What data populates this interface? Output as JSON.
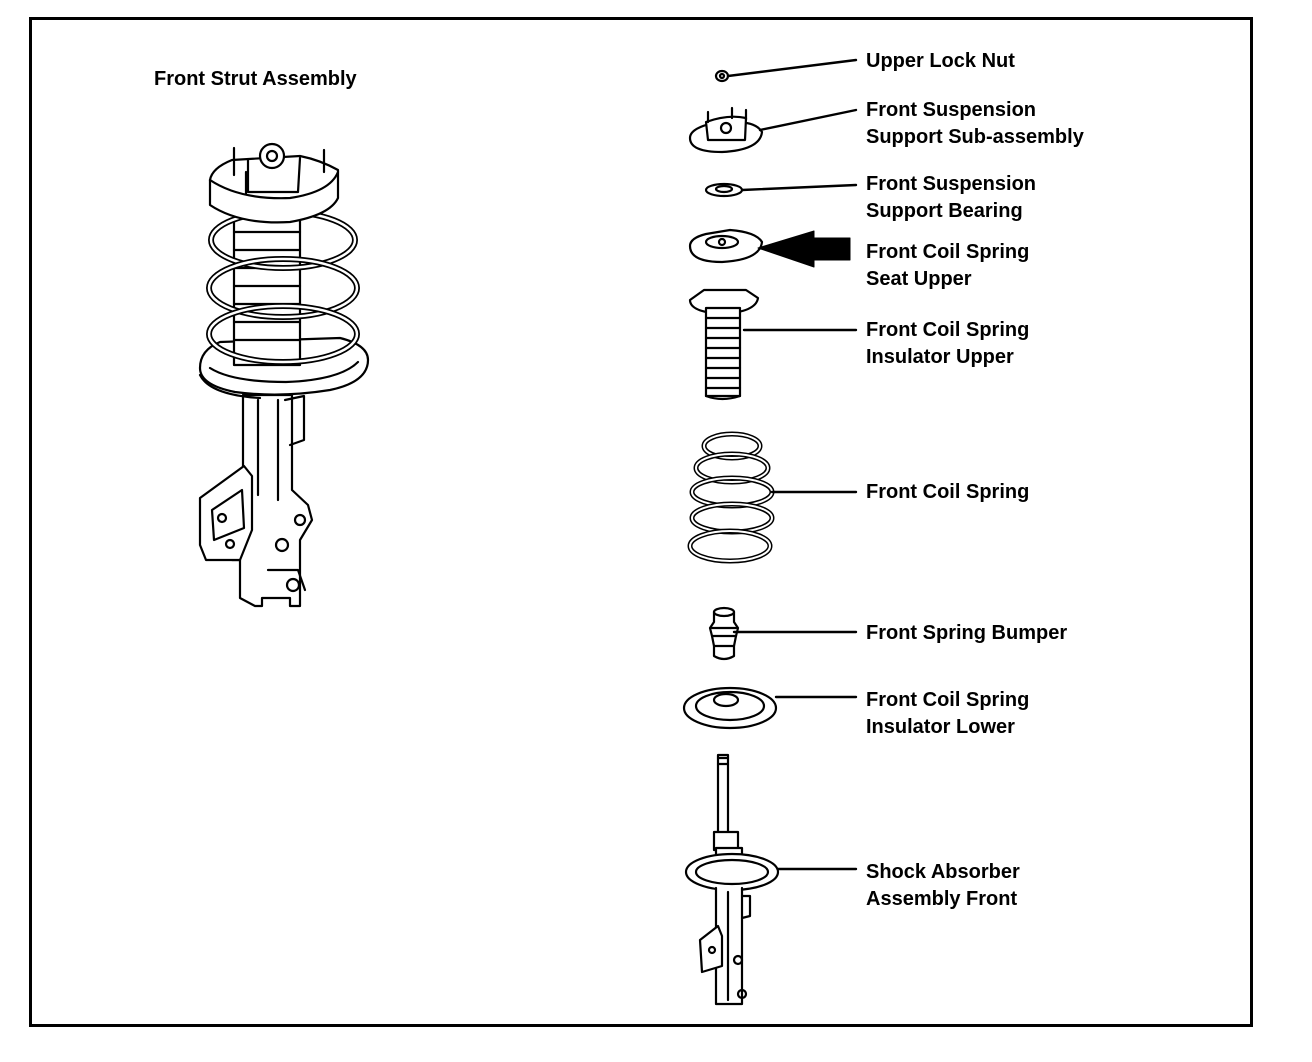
{
  "title": "Front Strut Assembly",
  "parts": [
    {
      "id": "upper-lock-nut",
      "lines": [
        "Upper Lock Nut"
      ]
    },
    {
      "id": "front-suspension-support-sub-assembly",
      "lines": [
        "Front Suspension",
        "Support Sub-assembly"
      ]
    },
    {
      "id": "front-suspension-support-bearing",
      "lines": [
        "Front Suspension",
        "Support Bearing"
      ]
    },
    {
      "id": "front-coil-spring-seat-upper",
      "lines": [
        "Front Coil Spring",
        "Seat Upper"
      ],
      "highlighted": true
    },
    {
      "id": "front-coil-spring-insulator-upper",
      "lines": [
        "Front Coil Spring",
        "Insulator Upper"
      ]
    },
    {
      "id": "front-coil-spring",
      "lines": [
        "Front Coil Spring"
      ]
    },
    {
      "id": "front-spring-bumper",
      "lines": [
        "Front Spring Bumper"
      ]
    },
    {
      "id": "front-coil-spring-insulator-lower",
      "lines": [
        "Front Coil Spring",
        "Insulator Lower"
      ]
    },
    {
      "id": "shock-absorber-assembly-front",
      "lines": [
        "Shock Absorber",
        "Assembly Front"
      ]
    }
  ],
  "colors": {
    "ink": "#000000",
    "paper": "#ffffff"
  }
}
